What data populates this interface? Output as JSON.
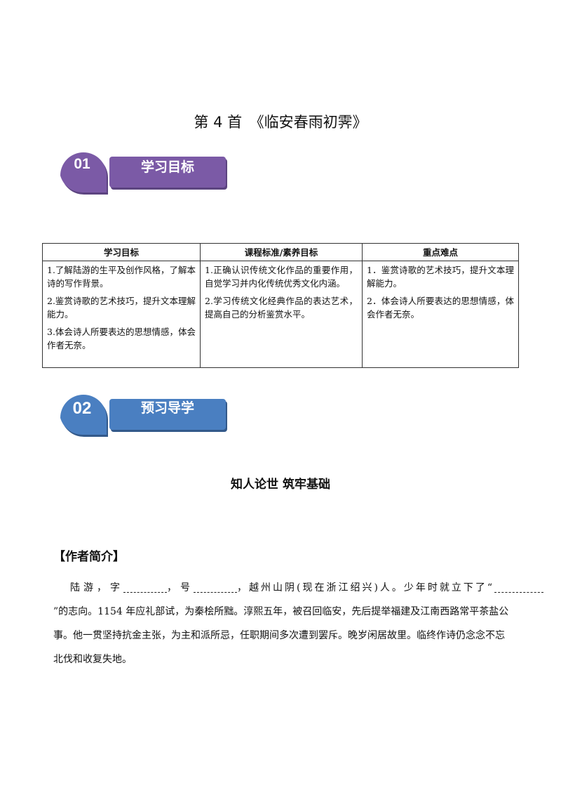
{
  "title": "第 4 首　《临安春雨初霁》",
  "sections": [
    {
      "number": "01",
      "label": "学习目标"
    },
    {
      "number": "02",
      "label": "预习导学"
    }
  ],
  "colors": {
    "section1": "#7b5aa6",
    "section2": "#4a7fc1"
  },
  "goals_table": {
    "headers": [
      "学习目标",
      "课程标准/素养目标",
      "重点难点"
    ],
    "col1": [
      "1.了解陆游的生平及创作风格，了解本诗的写作背景。",
      "2.鉴赏诗歌的艺术技巧，提升文本理解能力。",
      "3.体会诗人所要表达的思想情感，体会作者无奈。"
    ],
    "col2": [
      "1.正确认识传统文化作品的重要作用，自觉学习并内化传统优秀文化内涵。",
      "2.学习传统文化经典作品的表达艺术，提高自己的分析鉴赏水平。"
    ],
    "col3": [
      "1．鉴赏诗歌的艺术技巧，提升文本理解能力。",
      "2．体会诗人所要表达的思想情感，体会作者无奈。"
    ]
  },
  "sub_heading": "知人论世  筑牢基础",
  "author": {
    "heading": "【作者简介】",
    "p1_a": "陆游，字",
    "p1_b": "，号",
    "p1_c": "，越州山阴(现在浙江绍兴)人。少年时就立下了“",
    "p2": "”的志向。1154 年应礼部试，为秦桧所黜。淳熙五年，被召回临安，先后提举福建及江南西路常平茶盐公",
    "p3": "事。他一贯坚持抗金主张，为主和派所忌，任职期间多次遭到罢斥。晚岁闲居故里。临终作诗仍念念不忘",
    "p4": "北伐和收复失地。"
  }
}
